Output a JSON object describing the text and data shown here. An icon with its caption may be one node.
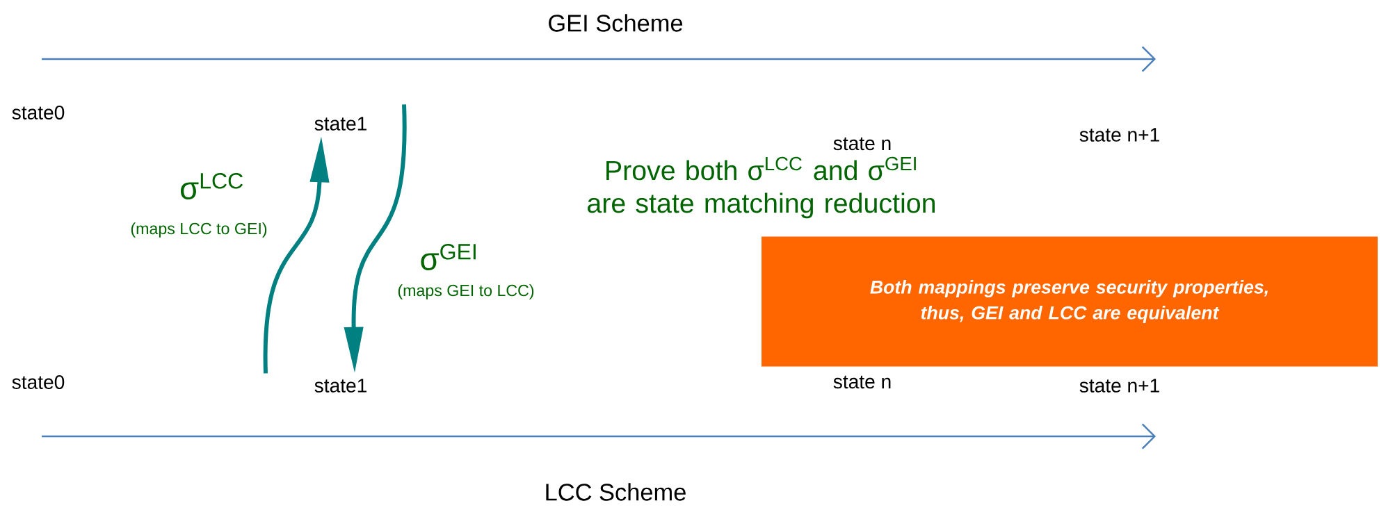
{
  "diagram": {
    "nodes": [
      {
        "text": [
          "state0"
        ]
      },
      {
        "text": [
          "state1"
        ]
      },
      {
        "text": [
          "state n"
        ]
      },
      {
        "text": [
          "state n+1"
        ]
      },
      {
        "text": [
          "state0"
        ]
      },
      {
        "text": [
          "state1"
        ]
      },
      {
        "text": [
          "state n"
        ]
      },
      {
        "text": [
          "state n+1"
        ]
      },
      {
        "text": [
          "Both mappings preserve security properties, thus, GEI and LCC are equivalent"
        ]
      }
    ],
    "edges": [
      {
        "from": 5,
        "to": 1,
        "arrow": "to",
        "label": "σ$^{LCC}$",
        "color": "#008080"
      },
      {
        "from": 1,
        "to": 5,
        "arrow": "to",
        "label": "σ$^{GEI}$",
        "color": "#008080"
      }
    ],
    "labels": [
      "GEI Scheme",
      "(maps LCC to GEI)",
      "Prove both σ$^{LCC}$ and σ$^{GEI}$ are state matching reduction",
      "(maps GEI to LCC)",
      "LCC Scheme"
    ]
  }
}
